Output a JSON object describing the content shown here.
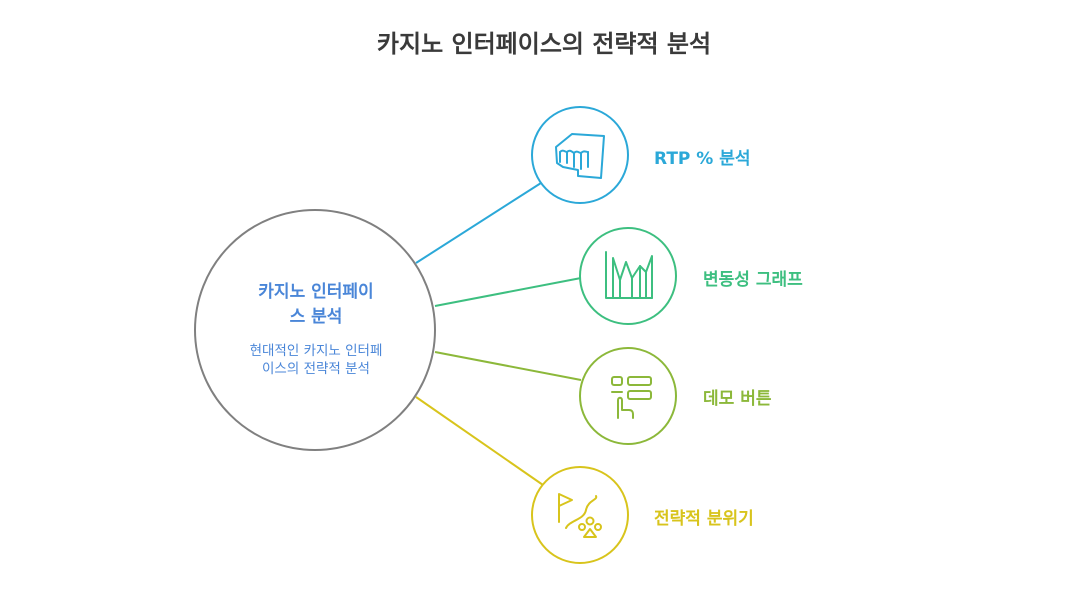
{
  "title": "카지노 인터페이스의 전략적 분석",
  "center": {
    "heading_line1": "카지노 인터페이",
    "heading_line2": "스 분석",
    "desc_line1": "현대적인 카지노 인터페",
    "desc_line2": "이스의 전략적 분석",
    "color": "#4a86d8",
    "border": "#808080"
  },
  "branches": [
    {
      "label": "RTP % 분석",
      "color": "#2ba8d8",
      "icon": "crown-chart-icon"
    },
    {
      "label": "변동성 그래프",
      "color": "#3dbf80",
      "icon": "volatility-graph-icon"
    },
    {
      "label": "데모 버튼",
      "color": "#8cb83a",
      "icon": "demo-button-icon"
    },
    {
      "label": "전략적 분위기",
      "color": "#d8c41c",
      "icon": "strategy-flag-icon"
    }
  ]
}
